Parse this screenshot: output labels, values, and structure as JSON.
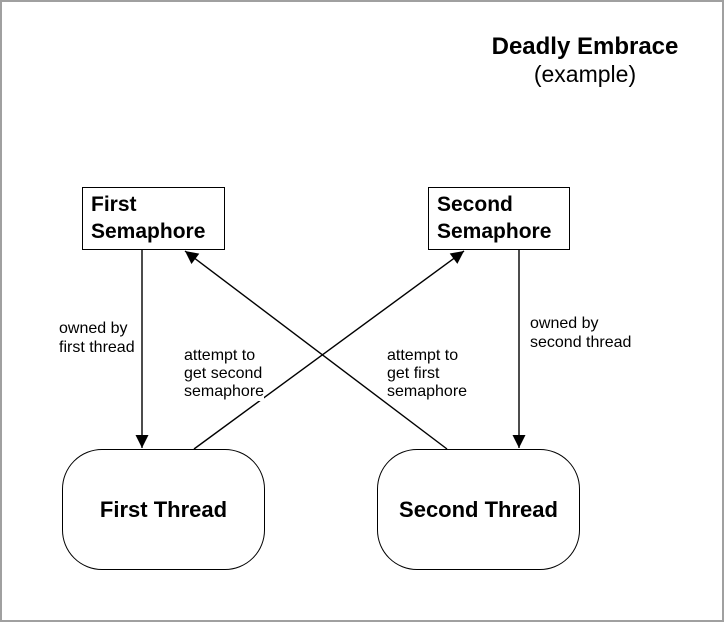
{
  "title": {
    "line1": "Deadly Embrace",
    "line2": "(example)"
  },
  "nodes": {
    "first_semaphore": {
      "label": "First\nSemaphore",
      "shape": "rectangle"
    },
    "second_semaphore": {
      "label": "Second\nSemaphore",
      "shape": "rectangle"
    },
    "first_thread": {
      "label": "First Thread",
      "shape": "rounded-rectangle"
    },
    "second_thread": {
      "label": "Second Thread",
      "shape": "rounded-rectangle"
    }
  },
  "edges": [
    {
      "from": "first_semaphore",
      "to": "first_thread",
      "label": "owned by\nfirst thread",
      "style": "vertical-arrow"
    },
    {
      "from": "second_semaphore",
      "to": "second_thread",
      "label": "owned by\nsecond thread",
      "style": "vertical-arrow"
    },
    {
      "from": "first_thread",
      "to": "second_semaphore",
      "label": "attempt to\nget second\nsemaphore",
      "style": "diagonal-arrow"
    },
    {
      "from": "second_thread",
      "to": "first_semaphore",
      "label": "attempt to\nget first\nsemaphore",
      "style": "diagonal-arrow"
    }
  ],
  "colors": {
    "stroke": "#000000",
    "frame_border": "#a0a0a0",
    "background": "#ffffff"
  }
}
